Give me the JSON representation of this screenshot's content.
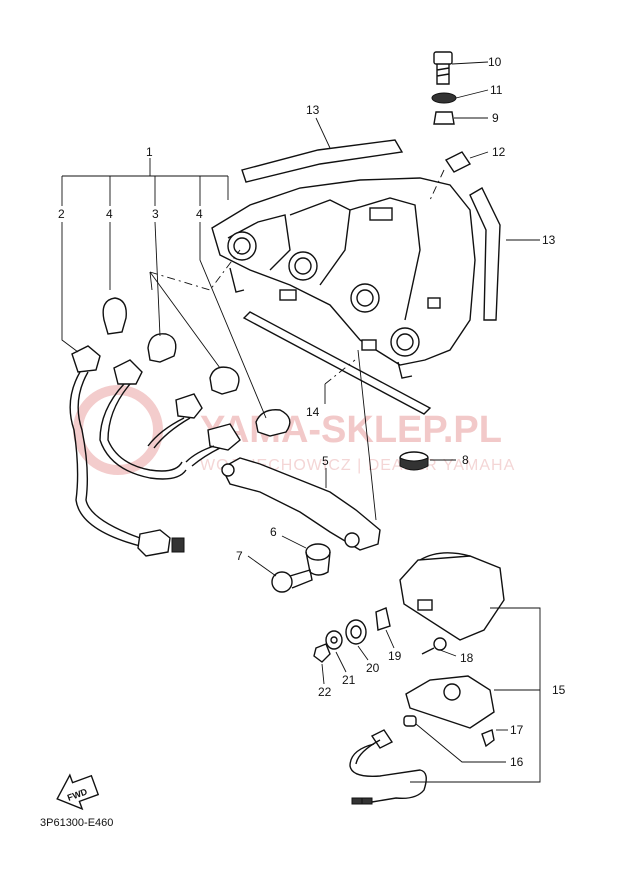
{
  "diagram": {
    "code": "3P61300-E460",
    "fwd_label": "FWD",
    "watermark": {
      "main": "YAMA-SKLEP.PL",
      "sub": "WOJCIECHOWICZ | DEALER YAMAHA"
    },
    "part_numbers": [
      "1",
      "2",
      "3",
      "4",
      "4",
      "5",
      "6",
      "7",
      "8",
      "9",
      "10",
      "11",
      "12",
      "13",
      "13",
      "14",
      "15",
      "16",
      "17",
      "18",
      "19",
      "20",
      "21",
      "22"
    ]
  }
}
